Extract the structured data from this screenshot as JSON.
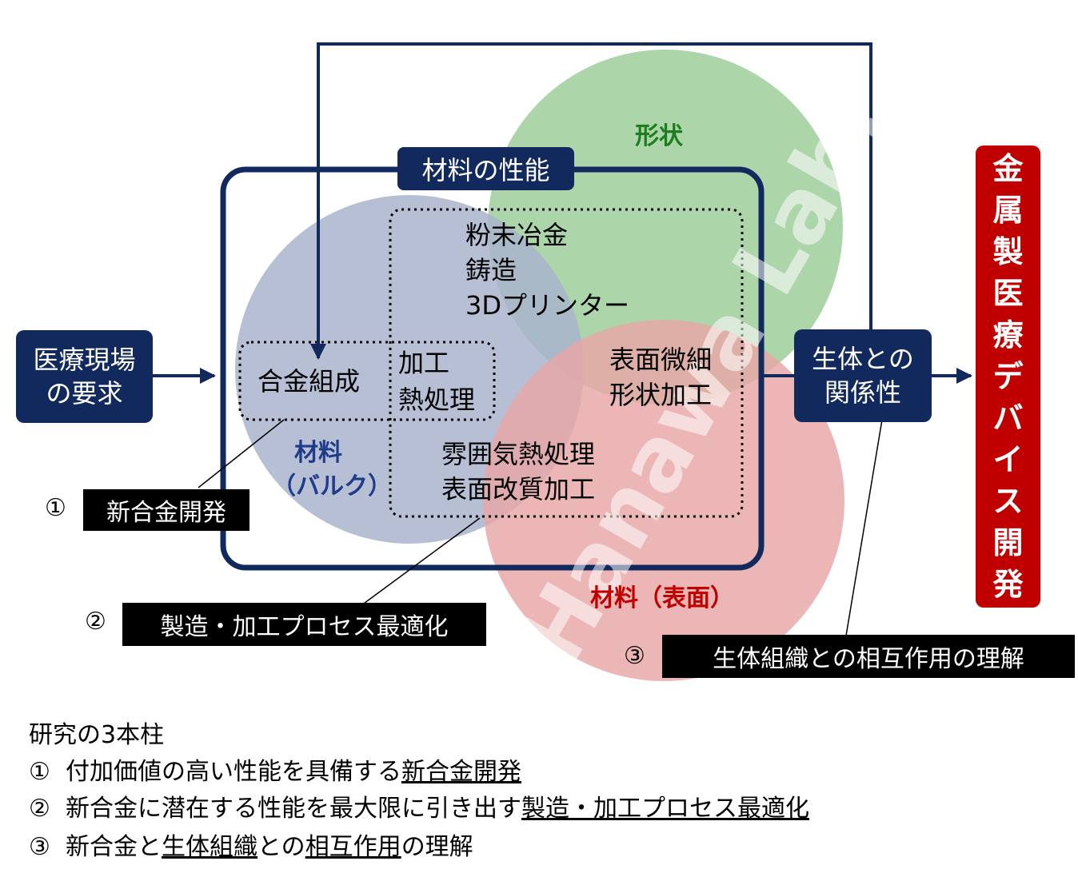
{
  "diagram": {
    "circles": {
      "shape": {
        "label": "形状",
        "color": "#a9d3a5"
      },
      "bulk": {
        "label_line1": "材料",
        "label_line2": "（バルク）",
        "color": "#a9b4cc"
      },
      "surface": {
        "label": "材料（表面）",
        "color": "#e8a6a6"
      }
    },
    "performance_box": {
      "label": "材料の性能",
      "color": "#12295d"
    },
    "processes": {
      "powder_casting_print": [
        "粉末冶金",
        "鋳造",
        "3Dプリンター"
      ],
      "alloy_composition": "合金組成",
      "processing": [
        "加工",
        "熱処理"
      ],
      "surface_fine": [
        "表面微細",
        "形状加工"
      ],
      "atmosphere": [
        "雰囲気熱処理",
        "表面改質加工"
      ]
    },
    "input_box": [
      "医療現場",
      "の要求"
    ],
    "bio_box": [
      "生体との",
      "関係性"
    ],
    "output_box": [
      "金",
      "属",
      "製",
      "医",
      "療",
      "デ",
      "バ",
      "イ",
      "ス",
      "開",
      "発"
    ],
    "pillars": [
      {
        "number": "①",
        "label": "新合金開発"
      },
      {
        "number": "②",
        "label": "製造・加工プロセス最適化"
      },
      {
        "number": "③",
        "label": "生体組織との相互作用の理解"
      }
    ],
    "watermark": "© Hanawa Lab."
  },
  "summary": {
    "title": "研究の3本柱",
    "lines": [
      {
        "num": "①",
        "pre": "付加価値の高い性能を具備する",
        "u1": "新合金開発",
        "mid": "",
        "u2": "",
        "post": ""
      },
      {
        "num": "②",
        "pre": "新合金に潜在する性能を最大限に引き出す",
        "u1": "製造・加工プロセス最適化",
        "mid": "",
        "u2": "",
        "post": ""
      },
      {
        "num": "③",
        "pre": "新合金と",
        "u1": "生体組織",
        "mid": "との",
        "u2": "相互作用",
        "post": "の理解"
      }
    ]
  },
  "colors": {
    "navy": "#12295d",
    "red": "#c00000",
    "green_text": "#1e7d1e",
    "navy_text": "#1f3c8a",
    "red_text": "#c00000"
  }
}
